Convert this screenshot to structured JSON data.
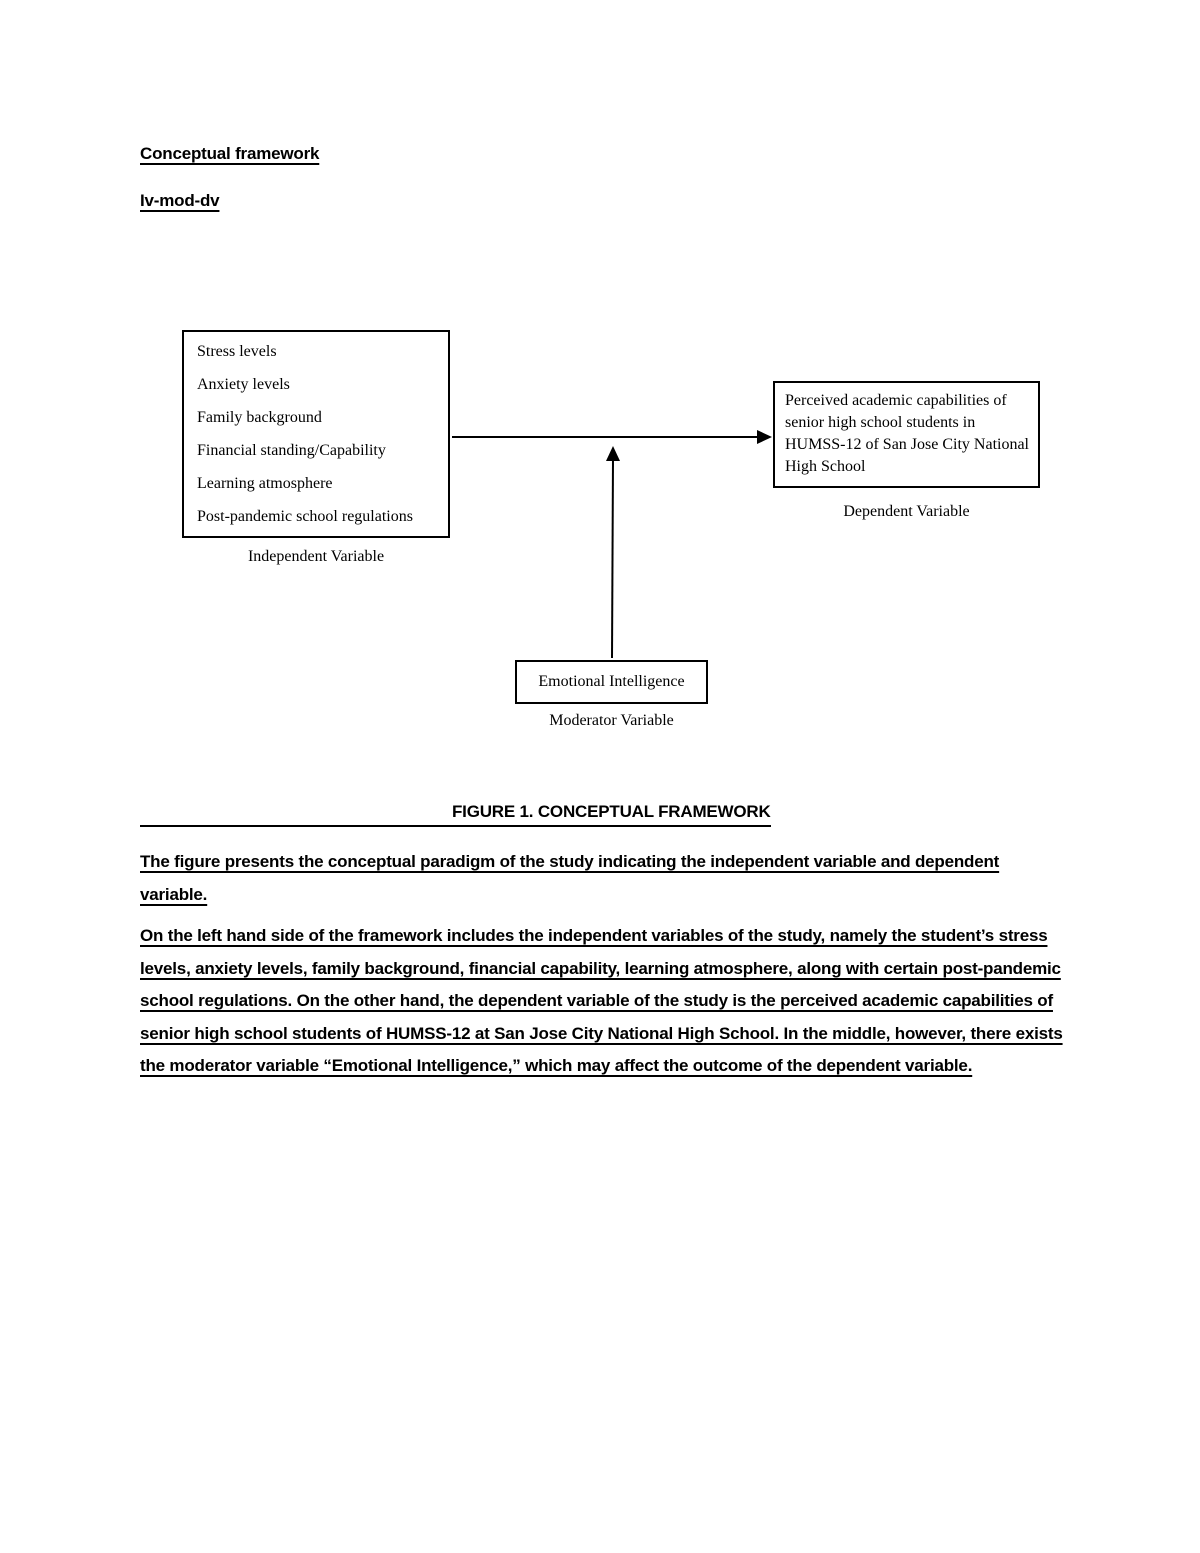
{
  "colors": {
    "ink": "#000000",
    "paper": "#ffffff",
    "box_border": "#000000"
  },
  "header": {
    "title": "Conceptual framework",
    "subtitle": "Iv-mod-dv"
  },
  "diagram": {
    "independent_box": {
      "items": [
        "Stress levels",
        "Anxiety levels",
        "Family background",
        "Financial standing/Capability",
        "Learning atmosphere",
        "Post-pandemic school regulations"
      ],
      "label": "Independent Variable"
    },
    "dependent_box": {
      "text": "Perceived academic capabilities of senior high school students in HUMSS-12 of San Jose City National High School",
      "label": "Dependent Variable"
    },
    "moderator_box": {
      "text": "Emotional Intelligence",
      "label": "Moderator Variable"
    },
    "arrows": [
      "independent-to-dependent",
      "moderator-to-path"
    ]
  },
  "figure": {
    "caption": "FIGURE 1. CONCEPTUAL FRAMEWORK"
  },
  "paragraphs": [
    "The figure presents the conceptual paradigm of the study indicating the independent variable and dependent variable.",
    "On the left hand side of the framework includes the independent variables of the study, namely the student’s stress levels, anxiety levels, family background, financial capability, learning atmosphere, along with certain post-pandemic school regulations. On the other hand, the dependent variable of the study is the perceived academic capabilities of senior high school students of HUMSS-12 at San Jose City National High School. In the middle, however, there exists the moderator variable “Emotional Intelligence,” which may affect the outcome of the dependent variable."
  ]
}
